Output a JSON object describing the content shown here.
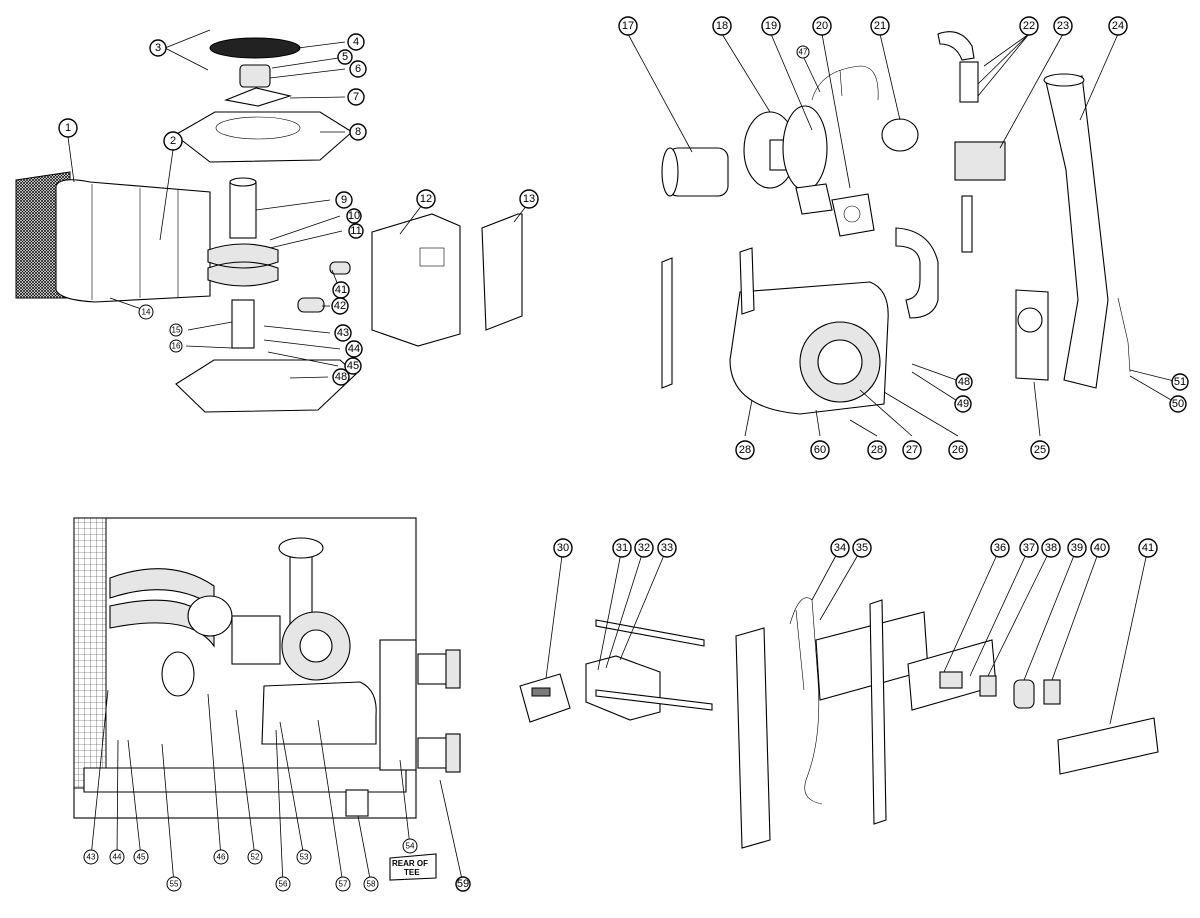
{
  "groups": {
    "exploded_cabinet": {
      "callouts": [
        "1",
        "2",
        "3",
        "4",
        "5",
        "6",
        "7",
        "8",
        "9",
        "10",
        "11",
        "12",
        "13",
        "14",
        "15",
        "16",
        "41",
        "42",
        "43",
        "44",
        "45",
        "48"
      ]
    },
    "exploded_combustion": {
      "callouts": [
        "17",
        "18",
        "19",
        "20",
        "21",
        "22",
        "23",
        "24",
        "25",
        "26",
        "27",
        "28",
        "28",
        "47",
        "48",
        "49",
        "50",
        "51",
        "60"
      ]
    },
    "assembled_interior": {
      "callouts": [
        "43",
        "44",
        "45",
        "46",
        "52",
        "53",
        "54",
        "55",
        "56",
        "57",
        "58",
        "59"
      ],
      "note": "REAR OF TEE"
    },
    "exploded_controls": {
      "callouts": [
        "30",
        "31",
        "32",
        "33",
        "34",
        "35",
        "36",
        "37",
        "38",
        "39",
        "40",
        "41"
      ]
    }
  }
}
